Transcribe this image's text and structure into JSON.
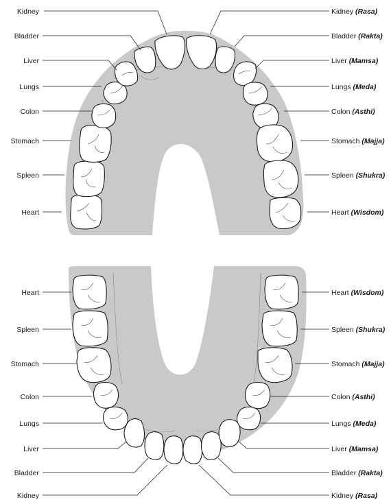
{
  "upper_arch": {
    "left_labels": [
      {
        "organ": "Kidney"
      },
      {
        "organ": "Bladder"
      },
      {
        "organ": "Liver"
      },
      {
        "organ": "Lungs"
      },
      {
        "organ": "Colon"
      },
      {
        "organ": "Stomach"
      },
      {
        "organ": "Spleen"
      },
      {
        "organ": "Heart"
      }
    ],
    "right_labels": [
      {
        "organ": "Kidney",
        "tissue": "(Rasa)"
      },
      {
        "organ": "Bladder",
        "tissue": "(Rakta)"
      },
      {
        "organ": "Liver",
        "tissue": "(Mamsa)"
      },
      {
        "organ": "Lungs",
        "tissue": "(Meda)"
      },
      {
        "organ": "Colon",
        "tissue": "(Asthi)"
      },
      {
        "organ": "Stomach",
        "tissue": "(Majja)"
      },
      {
        "organ": "Spleen",
        "tissue": "(Shukra)"
      },
      {
        "organ": "Heart",
        "tissue": "(Wisdom)"
      }
    ]
  },
  "lower_arch": {
    "left_labels": [
      {
        "organ": "Heart"
      },
      {
        "organ": "Spleen"
      },
      {
        "organ": "Stomach"
      },
      {
        "organ": "Colon"
      },
      {
        "organ": "Lungs"
      },
      {
        "organ": "Liver"
      },
      {
        "organ": "Bladder"
      },
      {
        "organ": "Kidney"
      }
    ],
    "right_labels": [
      {
        "organ": "Heart",
        "tissue": "(Wisdom)"
      },
      {
        "organ": "Spleen",
        "tissue": "(Shukra)"
      },
      {
        "organ": "Stomach",
        "tissue": "(Majja)"
      },
      {
        "organ": "Colon",
        "tissue": "(Asthi)"
      },
      {
        "organ": "Lungs",
        "tissue": "(Meda)"
      },
      {
        "organ": "Liver",
        "tissue": "(Mamsa)"
      },
      {
        "organ": "Bladder",
        "tissue": "(Rakta)"
      },
      {
        "organ": "Kidney",
        "tissue": "(Rasa)"
      }
    ]
  }
}
